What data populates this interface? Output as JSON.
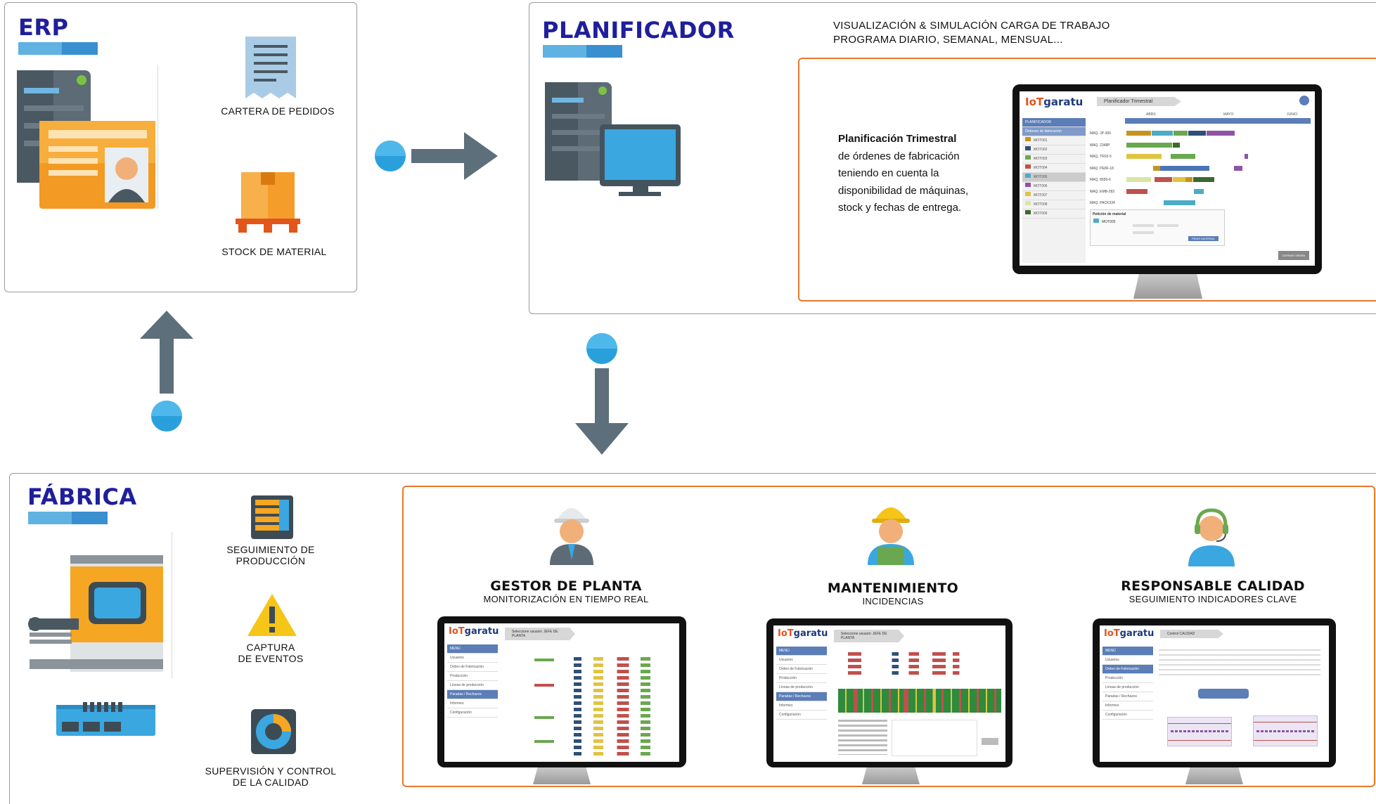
{
  "erp": {
    "title": "ERP",
    "items": [
      {
        "label": "CARTERA DE PEDIDOS",
        "icon": "document-list-icon"
      },
      {
        "label": "STOCK DE MATERIAL",
        "icon": "box-pallet-icon"
      }
    ]
  },
  "planificador": {
    "title": "PLANIFICADOR",
    "heading_line1": "VISUALIZACIÓN & SIMULACIÓN CARGA DE TRABAJO",
    "heading_line2": "PROGRAMA DIARIO, SEMANAL, MENSUAL...",
    "description_title": "Planificación Trimestral",
    "description_lines": [
      "de órdenes de fabricación",
      "teniendo en cuenta la",
      "disponibilidad de máquinas,",
      "stock y fechas de entrega."
    ],
    "screen": {
      "logo_prefix": "IoT",
      "logo_word": "garatu",
      "tab": "Planificador Trimestral",
      "months": [
        "ABRIL",
        "MAYO",
        "JUNIO"
      ],
      "sidebar_head": "PLANIFICADOR",
      "sidebar_sub": "Órdenes de fabricación",
      "orders": [
        "MOT001",
        "MOT002",
        "MOT003",
        "MOT004",
        "MOT005",
        "MOT006",
        "MOT007",
        "MOT008",
        "MOT009"
      ],
      "machines": [
        "MAQ. JP-365",
        "MAQ. 2348P",
        "MAQ. TR02-5",
        "MAQ. PE8F-18",
        "MAQ. 8650-6",
        "MAQ. EMB-283",
        "MAQ. PACK334"
      ],
      "popup_title": "Petición de material",
      "popup_item": "MOT005",
      "popup_button": "PEDIR MATERIAL",
      "footer_button": "CERRAR ORDEN"
    }
  },
  "fabrica": {
    "title": "FÁBRICA",
    "items": [
      {
        "label_line1": "SEGUIMIENTO DE",
        "label_line2": "PRODUCCIÓN",
        "icon": "server-rack-icon"
      },
      {
        "label_line1": "CAPTURA",
        "label_line2": "DE EVENTOS",
        "icon": "warning-icon"
      },
      {
        "label_line1": "SUPERVISIÓN Y CONTROL",
        "label_line2": "DE LA CALIDAD",
        "icon": "gauge-icon"
      }
    ]
  },
  "roles": [
    {
      "title": "GESTOR DE PLANTA",
      "subtitle": "MONITORIZACIÓN EN TIEMPO REAL",
      "icon": "engineer-icon",
      "screen_tab": "Seleccione usuario: JEFE DE PLANTA",
      "menu": [
        "MENÚ",
        "Usuarios",
        "Orden de Fabricación",
        "Producción",
        "Líneas de producción",
        "Paradas / Rechazos",
        "Informes",
        "Configuración"
      ]
    },
    {
      "title": "MANTENIMIENTO",
      "subtitle": "INCIDENCIAS",
      "icon": "worker-icon",
      "screen_tab": "Seleccione usuario: JEFE DE PLANTA",
      "menu": [
        "MENÚ",
        "Usuarios",
        "Orden de Fabricación",
        "Producción",
        "Líneas de producción",
        "Paradas / Rechazos",
        "Informes",
        "Configuración"
      ]
    },
    {
      "title": "RESPONSABLE CALIDAD",
      "subtitle": "SEGUIMIENTO INDICADORES CLAVE",
      "icon": "headset-operator-icon",
      "screen_tab": "Control CALIDAD",
      "menu": [
        "MENÚ",
        "Usuarios",
        "Orden de Fabricación",
        "Producción",
        "Líneas de producción",
        "Paradas / Rechazos",
        "Informes",
        "Configuración"
      ]
    }
  ],
  "colors": {
    "title_blue": "#1f1f9c",
    "accent_blue": "#3a8fd0",
    "arrow_gray": "#5d6f7b",
    "orange_frame": "#e67a2e",
    "screen_blue": "#5b7db8"
  }
}
